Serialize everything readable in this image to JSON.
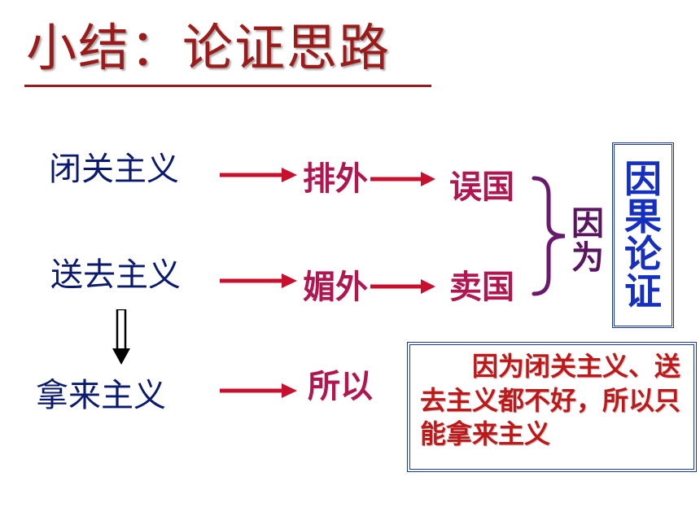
{
  "title": "小结：论证思路",
  "left_items": [
    "闭关主义",
    "送去主义",
    "拿来主义"
  ],
  "middle_items": [
    "排外",
    "媚外",
    "所以"
  ],
  "right_items": [
    "误国",
    "卖国"
  ],
  "because_label": "因为",
  "causal_label": "因果论证",
  "conclusion": "因为闭关主义、送去主义都不好，所以只能拿来主义",
  "colors": {
    "title": "#9b1b1b",
    "ism_text": "#0a1a6e",
    "arrow": "#c8102e",
    "keyword": "#b0164f",
    "brace": "#6a1a6e",
    "box_border": "#1a35b0",
    "conclusion_text": "#c01818"
  }
}
